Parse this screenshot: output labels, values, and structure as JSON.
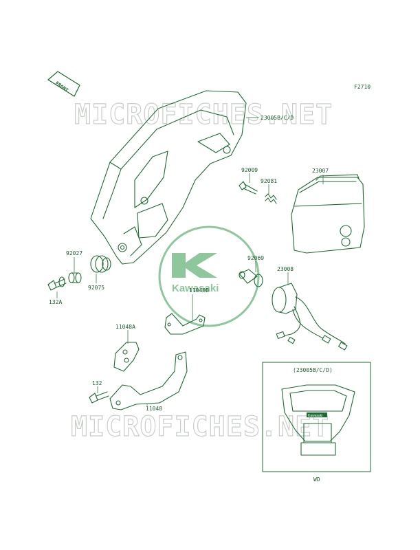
{
  "figure_code": "F2710",
  "front_label": "FRONT",
  "watermark": "MICROFICHES.NET",
  "logo_text": "Kawasaki",
  "inset": {
    "title": "(23005B/C/D)",
    "footer": "WD",
    "brand_text": "Kawasaki"
  },
  "colors": {
    "line": "#1c6b30",
    "logo": "#8fc79c",
    "watermark": "#c9cec9"
  },
  "part_labels": {
    "p23005": "23005B/C/D",
    "p23007": "23007",
    "p92009": "92009",
    "p92081": "92081",
    "p92027": "92027",
    "p92075": "92075",
    "p132A": "132A",
    "p92069": "92069",
    "p23008": "23008",
    "p11048B": "11048B",
    "p11048A": "11048A",
    "p132": "132",
    "p11048": "11048"
  }
}
